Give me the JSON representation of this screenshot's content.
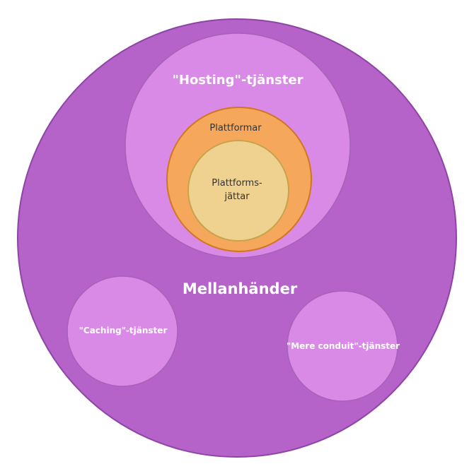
{
  "colors": {
    "outer_fill": "#b563c9",
    "outer_stroke": "#8e44a6",
    "sub_fill": "#d98ae6",
    "sub_stroke": "#a661b8",
    "platform_fill": "#f5a85c",
    "platform_stroke": "#d2761f",
    "giant_fill": "#f0d290",
    "giant_stroke": "#c7a34c",
    "light_text": "#ffffff",
    "dark_text": "#333333"
  },
  "circles": {
    "mellanhander": {
      "label": "Mellanhänder"
    },
    "hosting": {
      "label": "\"Hosting\"-tjänster"
    },
    "plattformar": {
      "label": "Plattformar"
    },
    "plattformsjattar": {
      "label_line1": "Plattforms-",
      "label_line2": "jättar"
    },
    "caching": {
      "label": "\"Caching\"-tjänster"
    },
    "mere_conduit": {
      "label": "\"Mere conduit\"-tjänster"
    }
  }
}
